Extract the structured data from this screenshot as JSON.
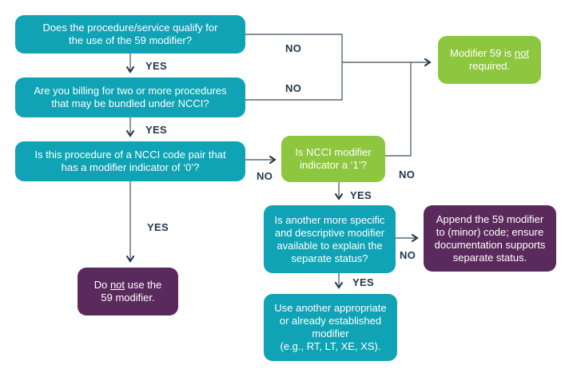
{
  "colors": {
    "teal": "#10a3b5",
    "green": "#8dc63f",
    "purple": "#5b2a5c",
    "connector_line": "#5a6a7a",
    "arrowhead": "#24384a",
    "edge_label_text": "#22384a",
    "node_text": "#ffffff",
    "background": "#ffffff"
  },
  "nodes": {
    "q_qualify": {
      "lines": [
        "Does the procedure/service qualify for",
        "the use of the 59 modifier?"
      ]
    },
    "q_two_or_more": {
      "lines": [
        "Are you billing for two or more procedures",
        "that may be bundled under NCCI?"
      ]
    },
    "q_code_pair_zero": {
      "lines": [
        "Is this procedure of a NCCI code pair that",
        "has a modifier indicator of ‘0’?"
      ]
    },
    "q_indicator_one": {
      "lines": [
        "Is NCCI modifier",
        "indicator a ‘1’?"
      ]
    },
    "result_not_required": {
      "line1_pre": "Modifier 59 is ",
      "line1_underline": "not",
      "line2": "required."
    },
    "q_more_specific": {
      "lines": [
        "Is another more specific",
        "and descriptive modifier",
        "available to explain the",
        "separate status?"
      ]
    },
    "result_append": {
      "lines": [
        "Append the 59 modifier",
        "to (minor) code; ensure",
        "documentation supports",
        "separate status."
      ]
    },
    "result_do_not_use": {
      "line1_pre": "Do ",
      "line1_underline": "not",
      "line1_post": " use the",
      "line2": "59 modifier."
    },
    "result_use_another": {
      "lines": [
        "Use another appropriate",
        "or already established",
        "modifier",
        "(e.g., RT, LT, XE, XS)."
      ]
    }
  },
  "edge_labels": {
    "yes1": "YES",
    "yes2": "YES",
    "yes3": "YES",
    "yes4": "YES",
    "yes5": "YES",
    "no1": "NO",
    "no2": "NO",
    "no3": "NO",
    "no4": "NO",
    "no5": "NO"
  }
}
